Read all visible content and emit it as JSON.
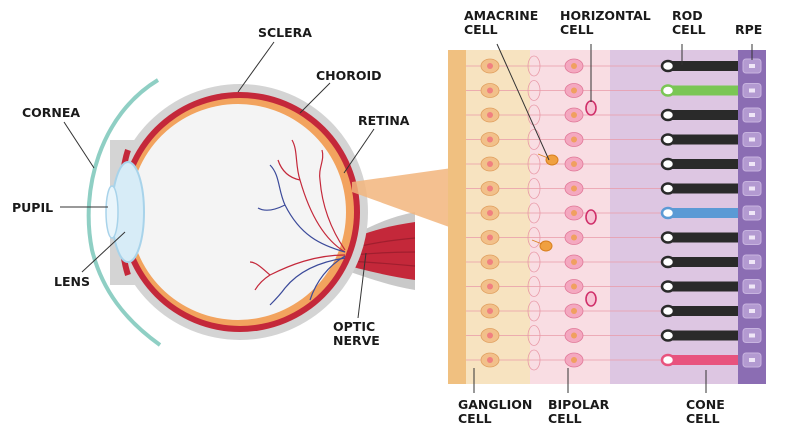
{
  "eye_labels": {
    "cornea": "CORNEA",
    "pupil": "PUPIL",
    "lens": "LENS",
    "sclera": "SCLERA",
    "choroid": "CHOROID",
    "retina": "RETINA",
    "optic_nerve_line1": "OPTIC",
    "optic_nerve_line2": "NERVE"
  },
  "retina_labels": {
    "amacrine_line1": "AMACRINE",
    "amacrine_line2": "CELL",
    "horizontal_line1": "HORIZONTAL",
    "horizontal_line2": "CELL",
    "rod_line1": "ROD",
    "rod_line2": "CELL",
    "rpe": "RPE",
    "ganglion_line1": "GANGLION",
    "ganglion_line2": "CELL",
    "bipolar_line1": "BIPOLAR",
    "bipolar_line2": "CELL",
    "cone_line1": "CONE",
    "cone_line2": "CELL"
  },
  "colors": {
    "sclera": "#d4d4d4",
    "choroid": "#c4283a",
    "retina": "#f2a35e",
    "cornea": "#8fcfc4",
    "lens": "#d7ecf7",
    "nerve": "#c4283a",
    "ganglion_zone": "#f7e3c0",
    "bipolar_zone": "#f9dde3",
    "photoreceptor_zone": "#ddc6e2",
    "rpe": "#8b6db3",
    "rod": "#2a2a2a",
    "cone_pink": "#e8537e",
    "cone_green": "#7ac655",
    "cone_blue": "#5b9ad5"
  }
}
